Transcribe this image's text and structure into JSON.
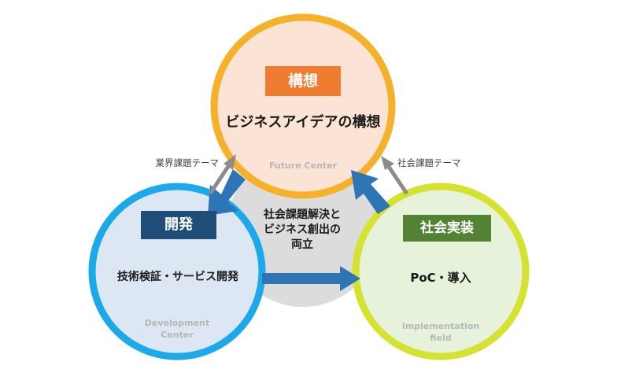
{
  "colors": {
    "concept_ring": "#f6b12a",
    "concept_fill": "#fbe4d6",
    "concept_badge": "#ee7d31",
    "dev_ring": "#1ba9ea",
    "dev_fill": "#dde7f4",
    "dev_badge": "#1f4e79",
    "impl_ring": "#d5e22f",
    "impl_fill": "#e6f2d9",
    "impl_badge": "#548235",
    "center_fill": "#dcdcdc",
    "arrow_blue": "#2e75b6",
    "arrow_gray": "#8c8c8c"
  },
  "concept": {
    "badge": "構想",
    "title": "ビジネスアイデアの構想",
    "sub": "Future Center"
  },
  "development": {
    "badge": "開発",
    "title": "技術検証・サービス開発",
    "sub_line1": "Development",
    "sub_line2": "Center"
  },
  "implementation": {
    "badge": "社会実装",
    "title": "PoC・導入",
    "sub_line1": "Implementation",
    "sub_line2": "field"
  },
  "center": {
    "line1": "社会課題解決と",
    "line2": "ビジネス創出の",
    "line3": "両立"
  },
  "arrow_labels": {
    "left": "業界課題テーマ",
    "right": "社会課題テーマ"
  }
}
